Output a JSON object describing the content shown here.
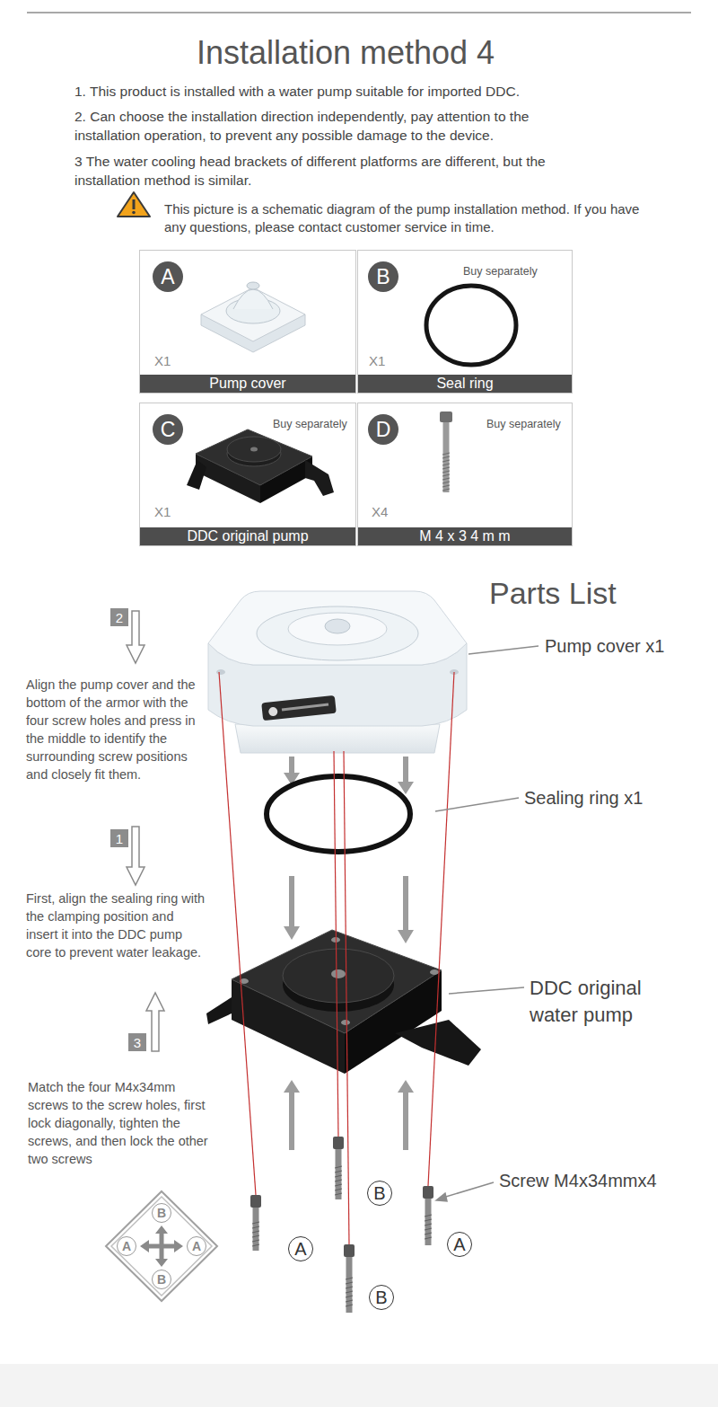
{
  "diagram": {
    "title": "Installation method 4",
    "nodes": [
      {
        "text": [
          "X1"
        ]
      },
      {
        "text": [
          "A"
        ],
        "in": 0
      },
      {
        "text": [
          "Pump cover"
        ],
        "in": 0
      },
      {
        "text": [
          "Buy separately",
          "X1"
        ]
      },
      {
        "text": [
          "B"
        ],
        "in": 3
      },
      {
        "text": [
          "Seal ring"
        ],
        "in": 3
      },
      {
        "text": [
          "Buy separately",
          "X1"
        ]
      },
      {
        "text": [
          "C"
        ],
        "in": 6
      },
      {
        "text": [
          "DDC original pump"
        ],
        "in": 6
      },
      {
        "text": [
          "Buy separately",
          "X4"
        ]
      },
      {
        "text": [
          "D"
        ],
        "in": 9
      },
      {
        "text": [
          "M 4 x 3 4 m m"
        ],
        "in": 9
      },
      {
        "text": [
          "2"
        ]
      },
      {
        "text": [
          "1"
        ]
      },
      {
        "text": [
          "3"
        ]
      },
      {
        "text": [
          "B"
        ]
      },
      {
        "text": [
          "A"
        ]
      },
      {
        "text": [
          "A"
        ]
      },
      {
        "text": [
          "B"
        ]
      },
      {
        "text": [
          "B"
        ]
      },
      {
        "text": [
          "A"
        ]
      },
      {
        "text": [
          "A"
        ]
      },
      {
        "text": [
          "B"
        ]
      }
    ],
    "labels": [
      "1. This product is installed with a water pump suitable for imported DDC.",
      "2. Can choose the installation direction independently, pay attention to the installation operation, to prevent any possible damage to the device.",
      "3 The water cooling head brackets of different platforms are different, but the installation method is similar.",
      "This picture is a schematic diagram of the pump installation method. If you have any questions, please contact customer service in time.",
      "Parts List",
      "Pump cover x1",
      "Align the pump cover and the bottom of the armor with the four screw holes and press in the middle to identify the surrounding screw positions and closely fit them.",
      "Sealing ring x1",
      "First, align the sealing ring with the clamping position and insert it into the DDC pump core to prevent water leakage.",
      "DDC original water pump",
      "Match the four M4x34mm screws to the screw holes, first lock diagonally, tighten the screws, and then lock the other two screws",
      "Screw M4x34mmx4"
    ]
  }
}
